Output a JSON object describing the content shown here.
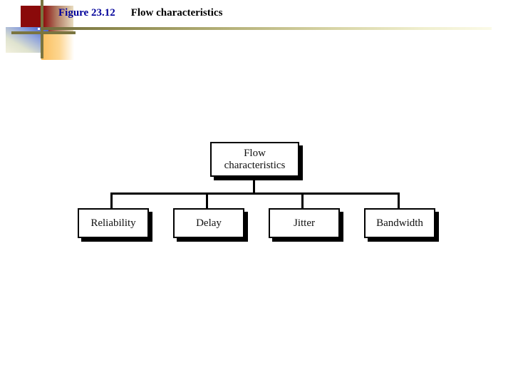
{
  "header": {
    "figure_number": "Figure 23.12",
    "figure_title": "Flow characteristics",
    "accent_color_figure_number": "#00009a",
    "accent_color_title": "#000000",
    "rule_color_start": "#6f6b3c",
    "rule_color_end": "#fbfae8",
    "decoration": {
      "red_square_color": "#8a0a0a",
      "blue_square_color": "#3a55c8",
      "orange_square_color": "#fbbf5c",
      "line_color": "#7a7540"
    }
  },
  "diagram": {
    "type": "tree",
    "root": {
      "label": "Flow characteristics",
      "line1": "Flow",
      "line2": "characteristics"
    },
    "children": [
      {
        "label": "Reliability"
      },
      {
        "label": "Delay"
      },
      {
        "label": "Jitter"
      },
      {
        "label": "Bandwidth"
      }
    ],
    "node_fill": "#ffffff",
    "node_border": "#000000",
    "shadow_color": "#000000"
  }
}
